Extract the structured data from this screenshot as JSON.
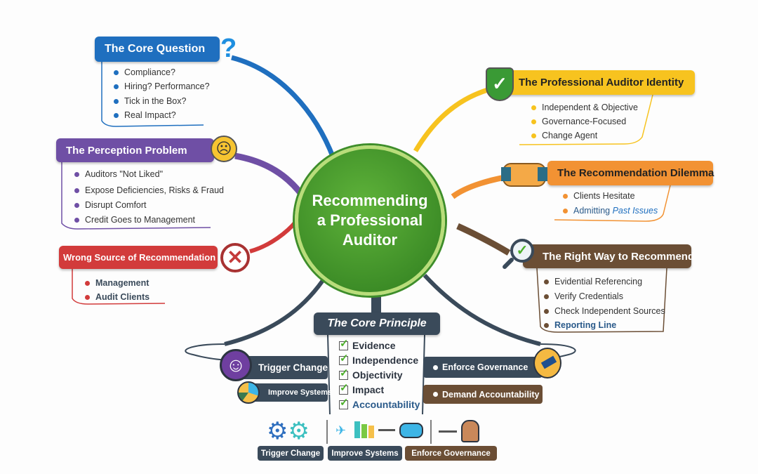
{
  "center": {
    "title": "Recommending a Professional Auditor"
  },
  "colors": {
    "blue": "#1f6fbf",
    "purple": "#6f4fa5",
    "red": "#d23b3b",
    "yellow": "#f7c31f",
    "orange": "#f29233",
    "brown": "#6b4e35",
    "slate": "#3a4a5a",
    "green": "#3e8e2a"
  },
  "core_question": {
    "title": "The Core Question",
    "icon": "question-mark-icon",
    "items": [
      "Compliance?",
      "Hiring? Performance?",
      "Tick in the Box?",
      "Real Impact?"
    ]
  },
  "perception": {
    "title": "The Perception Problem",
    "icon": "sad-face-icon",
    "items": [
      "Auditors \"Not Liked\"",
      "Expose Deficiencies, Risks & Fraud",
      "Disrupt Comfort",
      "Credit Goes to Management"
    ]
  },
  "wrong_source": {
    "title": "Wrong Source of Recommendation",
    "icon": "x-circle-icon",
    "items": [
      "Management",
      "Audit Clients"
    ]
  },
  "identity": {
    "title": "The Professional Auditor Identity",
    "icon": "shield-check-icon",
    "items": [
      "Independent & Objective",
      "Governance-Focused",
      "Change Agent"
    ]
  },
  "dilemma": {
    "title": "The Recommendation Dilemma",
    "icon": "handshake-icon",
    "items": [
      "Clients Hesitate",
      "Admitting",
      "Past Issues"
    ]
  },
  "right_way": {
    "title": "The Right Way to Recommend",
    "icon": "magnifier-check-icon",
    "items": [
      "Evidential Referencing",
      "Verify Credentials",
      "Check Independent Sources",
      "Reporting Line"
    ]
  },
  "core_principle": {
    "title": "The Core Principle",
    "items": [
      "Evidence",
      "Independence",
      "Objectivity",
      "Impact",
      "Accountability"
    ]
  },
  "outcomes": {
    "left": [
      "Trigger Change",
      "Improve Systems"
    ],
    "right": [
      "Enforce Governance",
      "Demand Accountability"
    ]
  },
  "bottom_labels": [
    "Trigger Change",
    "Improve Systems",
    "Enforce Governance"
  ]
}
